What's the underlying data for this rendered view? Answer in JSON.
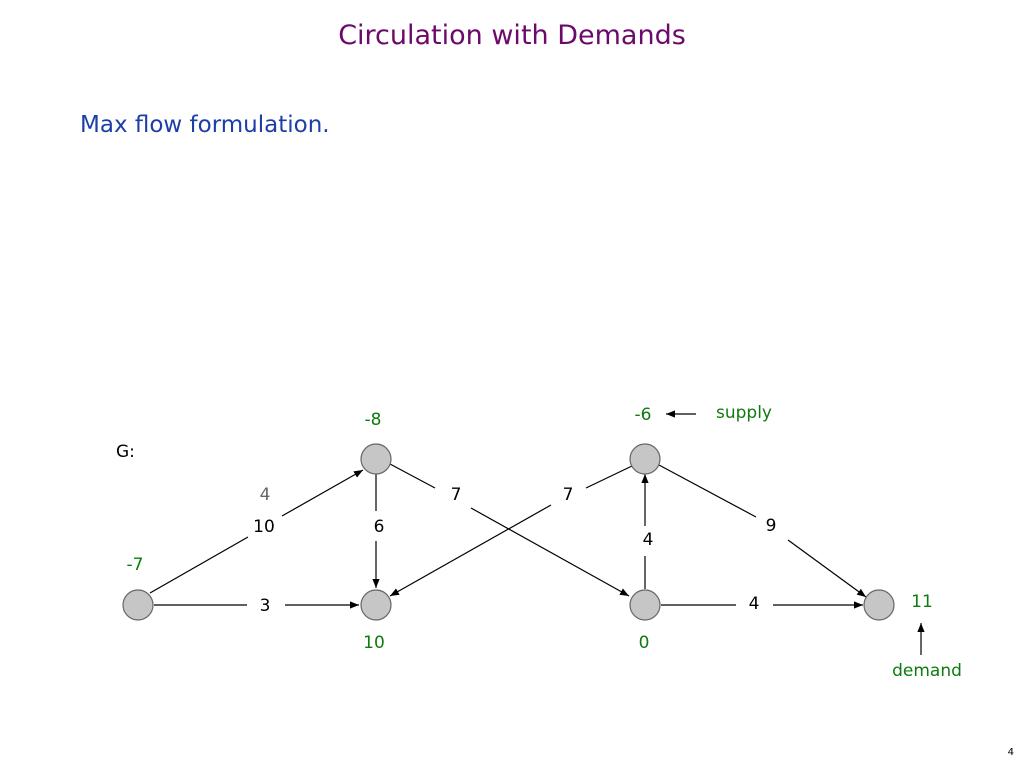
{
  "title": "Circulation with Demands",
  "subtitle": "Max flow formulation.",
  "page_number": "4",
  "graph_label": "G:",
  "colors": {
    "title": "#6b0a6b",
    "subtitle": "#1c3ea6",
    "demand_text": "#0f7a0f",
    "node_fill": "#c6c6c6",
    "lower_bound": "#666666"
  },
  "nodes": [
    {
      "id": "n1",
      "demand": "-7"
    },
    {
      "id": "n2",
      "demand": "-8"
    },
    {
      "id": "n3",
      "demand": "10"
    },
    {
      "id": "n4",
      "demand": "-6"
    },
    {
      "id": "n5",
      "demand": "0"
    },
    {
      "id": "n6",
      "demand": "11"
    }
  ],
  "edges": [
    {
      "from": "n1",
      "to": "n2",
      "capacity": "10",
      "lower_bound": "4"
    },
    {
      "from": "n1",
      "to": "n3",
      "capacity": "3"
    },
    {
      "from": "n2",
      "to": "n3",
      "capacity": "6"
    },
    {
      "from": "n2",
      "to": "n5",
      "capacity": "7"
    },
    {
      "from": "n4",
      "to": "n3",
      "capacity": "7"
    },
    {
      "from": "n5",
      "to": "n4",
      "capacity": "4"
    },
    {
      "from": "n4",
      "to": "n6",
      "capacity": "9"
    },
    {
      "from": "n5",
      "to": "n6",
      "capacity": "4"
    }
  ],
  "annotations": {
    "supply_label": "supply",
    "demand_label": "demand"
  }
}
